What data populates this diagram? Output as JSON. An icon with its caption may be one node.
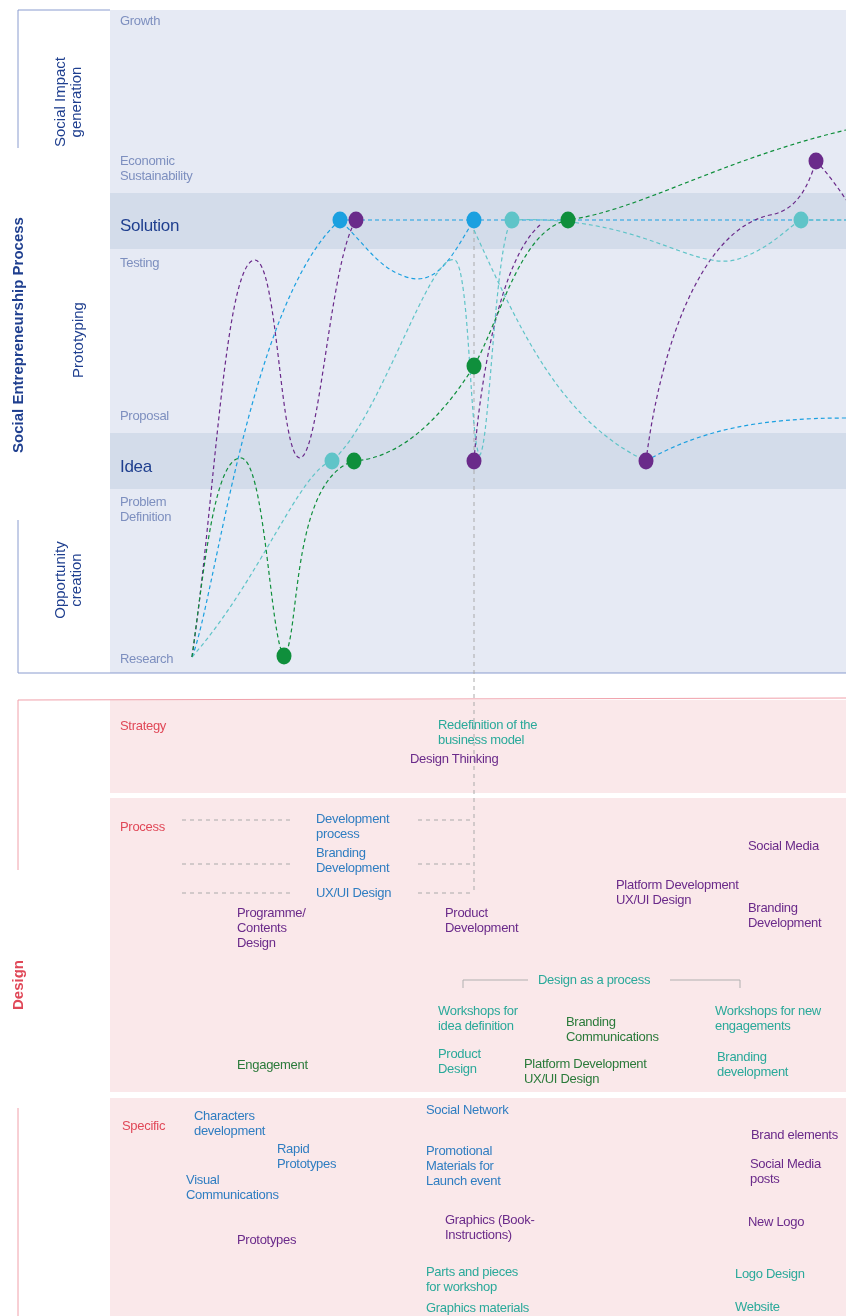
{
  "diagram": {
    "labels": [
      "Social Entrepreneurship Process",
      "Social Impact generation",
      "Prototyping",
      "Opportunity creation",
      "Growth",
      "Economic Sustainability",
      "Solution",
      "Testing",
      "Proposal",
      "Idea",
      "Problem Definition",
      "Research",
      "Design",
      "Strategy",
      "Redefinition of the business model",
      "Design Thinking",
      "Process",
      "Development process",
      "Social Media",
      "Branding Development",
      "Platform Development UX/UI Design",
      "UX/UI Design",
      "Programme/ Contents Design",
      "Product Development",
      "Branding Development",
      "Design as a process",
      "Workshops for idea definition",
      "Branding Communications",
      "Workshops for new engagements",
      "Product Design",
      "Engagement",
      "Platform Development UX/UI Design",
      "Branding development",
      "Specific",
      "Social Network",
      "Characters development",
      "Brand elements",
      "Rapid Prototypes",
      "Promotional Materials for Launch event",
      "Social Media posts",
      "Visual Communications",
      "Graphics (Book- Instructions)",
      "New Logo",
      "Prototypes",
      "Parts and pieces for workshop",
      "Logo Design",
      "Graphics materials",
      "Website"
    ]
  }
}
